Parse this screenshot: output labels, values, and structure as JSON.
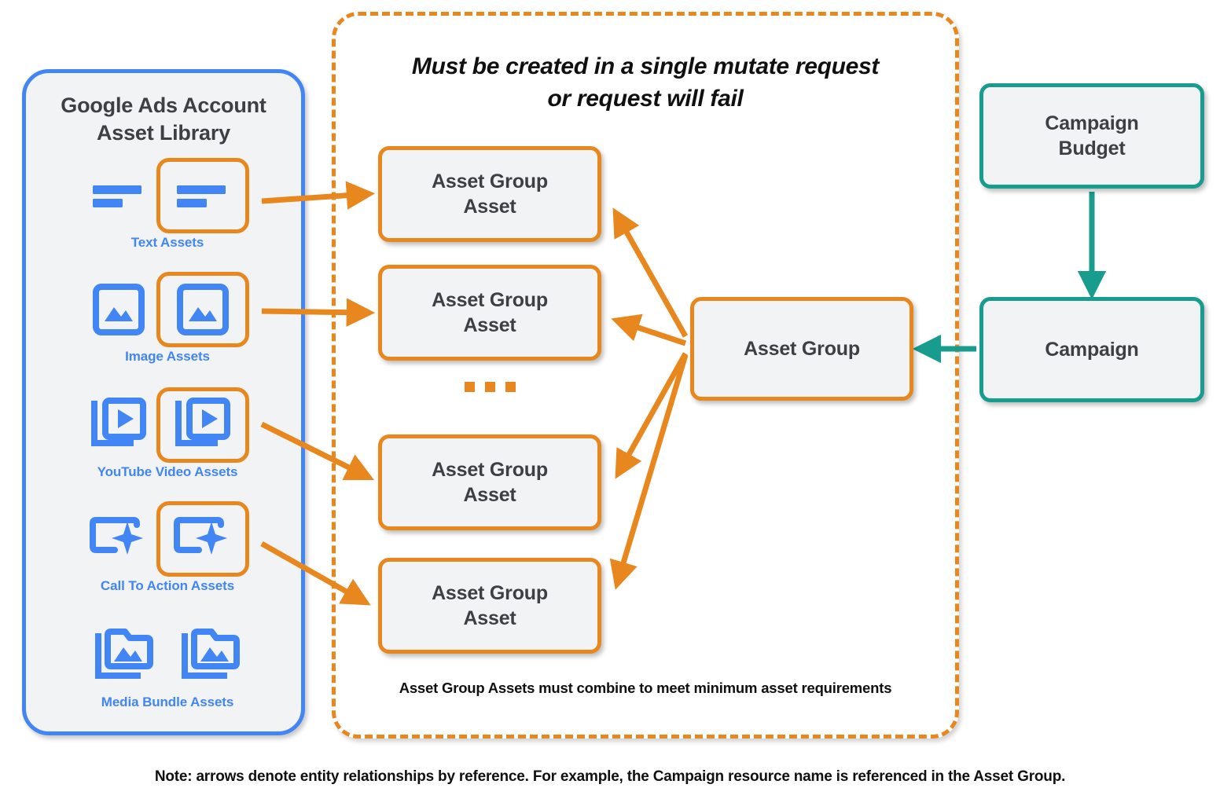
{
  "library": {
    "title_line1": "Google Ads Account",
    "title_line2": "Asset Library",
    "accent_color": "#4285f4",
    "rows": [
      {
        "caption": "Text Assets",
        "icon": "text-asset-icon",
        "highlighted": true
      },
      {
        "caption": "Image Assets",
        "icon": "image-asset-icon",
        "highlighted": true
      },
      {
        "caption": "YouTube Video  Assets",
        "icon": "video-asset-icon",
        "highlighted": true
      },
      {
        "caption": "Call To Action Assets",
        "icon": "call-to-action-icon",
        "highlighted": true
      },
      {
        "caption": "Media Bundle  Assets",
        "icon": "media-bundle-icon",
        "highlighted": false
      }
    ]
  },
  "mutate": {
    "title_line1": "Must be created in a single mutate request",
    "title_line2": "or request will fail",
    "footnote": "Asset Group Assets must combine to meet minimum asset requirements",
    "accent_color": "#e8871e",
    "asset_group_assets": [
      {
        "line1": "Asset Group",
        "line2": "Asset"
      },
      {
        "line1": "Asset Group",
        "line2": "Asset"
      },
      {
        "line1": "Asset Group",
        "line2": "Asset"
      },
      {
        "line1": "Asset Group",
        "line2": "Asset"
      }
    ],
    "ellipsis_label": "more asset group assets"
  },
  "nodes": {
    "asset_group": "Asset Group",
    "campaign_budget_line1": "Campaign",
    "campaign_budget_line2": "Budget",
    "campaign": "Campaign"
  },
  "colors": {
    "orange": "#e8871e",
    "blue": "#4285f4",
    "teal": "#189c8e",
    "box_fill": "#f1f3f4",
    "text": "#3c4043"
  },
  "note": "Note: arrows denote entity relationships by reference. For example, the Campaign resource name is referenced in the Asset Group."
}
